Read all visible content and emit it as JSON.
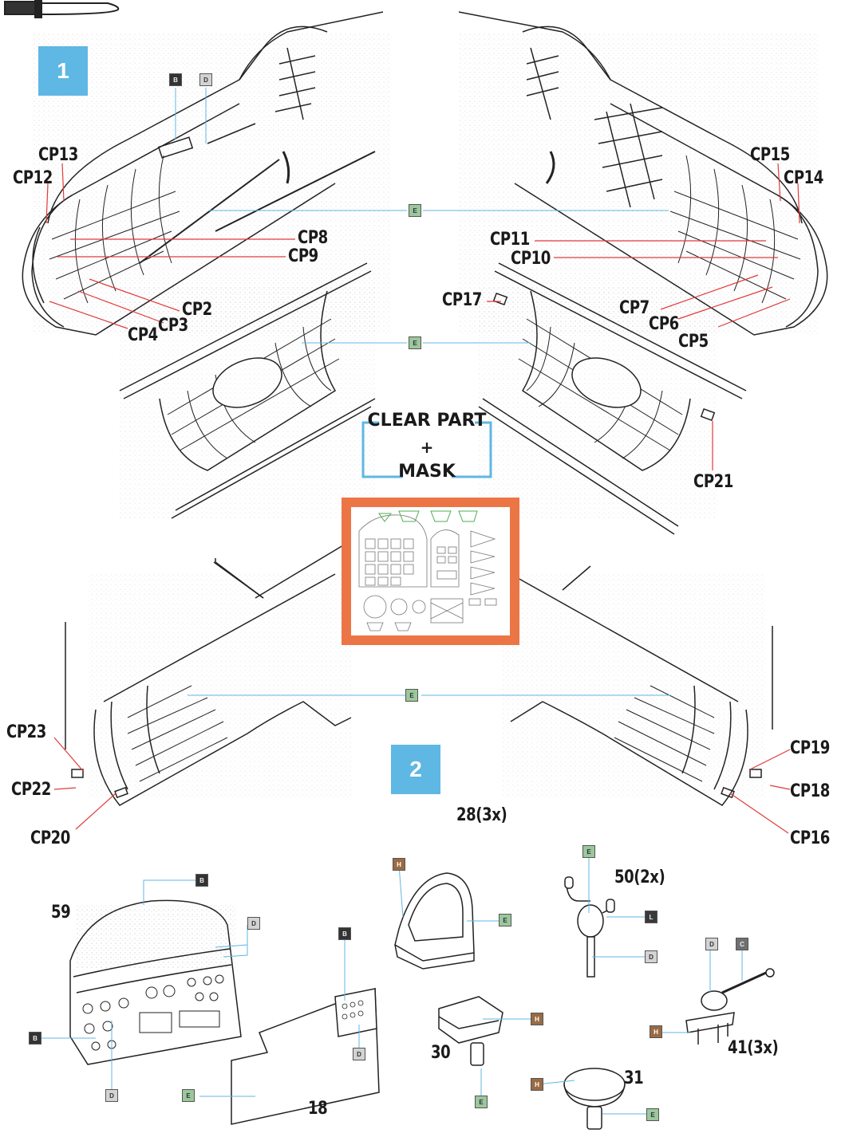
{
  "steps": {
    "step1": "1",
    "step2": "2"
  },
  "clear_part": {
    "line1": "CLEAR PART",
    "line2": "+",
    "line3": "MASK"
  },
  "colors": {
    "E": "#9cc79a",
    "B": "#333333",
    "D": "#d3d3d3",
    "H": "#9a6b43",
    "L": "#3a3a3a",
    "C": "#707070",
    "leader_red": "#e03b3b",
    "leader_blue": "#5fb7e3",
    "sheet_border": "#ec7545"
  },
  "color_codes": {
    "E": "E",
    "B": "B",
    "D": "D",
    "H": "H",
    "L": "L",
    "C": "C"
  },
  "callouts": {
    "cp2": "CP2",
    "cp3": "CP3",
    "cp4": "CP4",
    "cp5": "CP5",
    "cp6": "CP6",
    "cp7": "CP7",
    "cp8": "CP8",
    "cp9": "CP9",
    "cp10": "CP10",
    "cp11": "CP11",
    "cp12": "CP12",
    "cp13": "CP13",
    "cp14": "CP14",
    "cp15": "CP15",
    "cp16": "CP16",
    "cp17": "CP17",
    "cp18": "CP18",
    "cp19": "CP19",
    "cp20": "CP20",
    "cp21": "CP21",
    "cp22": "CP22",
    "cp23": "CP23"
  },
  "parts": {
    "p59": "59",
    "p18": "18",
    "p28": "28(3x)",
    "p30": "30",
    "p31": "31",
    "p50": "50(2x)",
    "p41": "41(3x)"
  },
  "icons": [
    "knife-icon",
    "instrument-panel-59",
    "panel-18",
    "seat-28",
    "stool-30",
    "cushion-31",
    "control-stick-50",
    "lever-assembly-41",
    "mask-sheet"
  ]
}
